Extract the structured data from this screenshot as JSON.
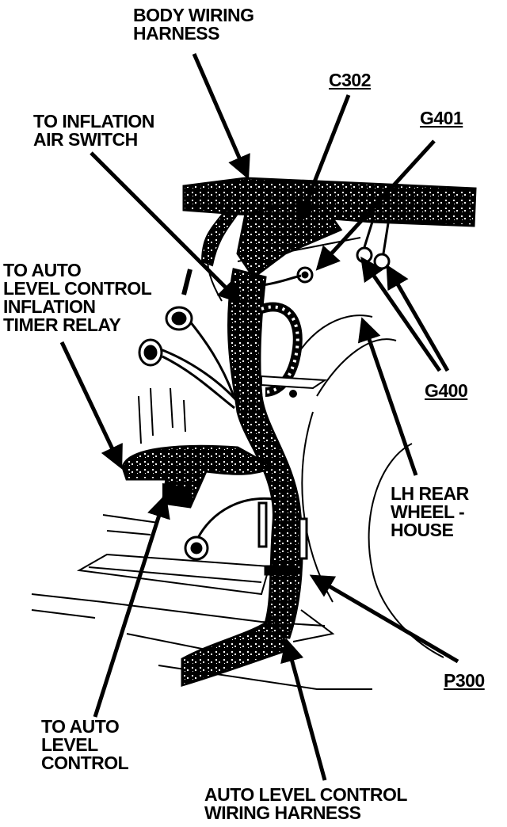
{
  "labels": {
    "body_harness": [
      "BODY WIRING",
      "HARNESS"
    ],
    "c302": "C302",
    "g401": "G401",
    "inflation_switch": [
      "TO INFLATION",
      "AIR SWITCH"
    ],
    "timer_relay": [
      "TO AUTO",
      "LEVEL CONTROL",
      "INFLATION",
      "TIMER RELAY"
    ],
    "g400": "G400",
    "wheelhouse": [
      "LH REAR",
      "WHEEL -",
      "HOUSE"
    ],
    "p300": "P300",
    "to_alc": [
      "TO AUTO",
      "LEVEL",
      "CONTROL"
    ],
    "alc_harness": [
      "AUTO LEVEL CONTROL",
      "WIRING HARNESS"
    ]
  },
  "colors": {
    "ink": "#000000",
    "paper": "#ffffff"
  }
}
